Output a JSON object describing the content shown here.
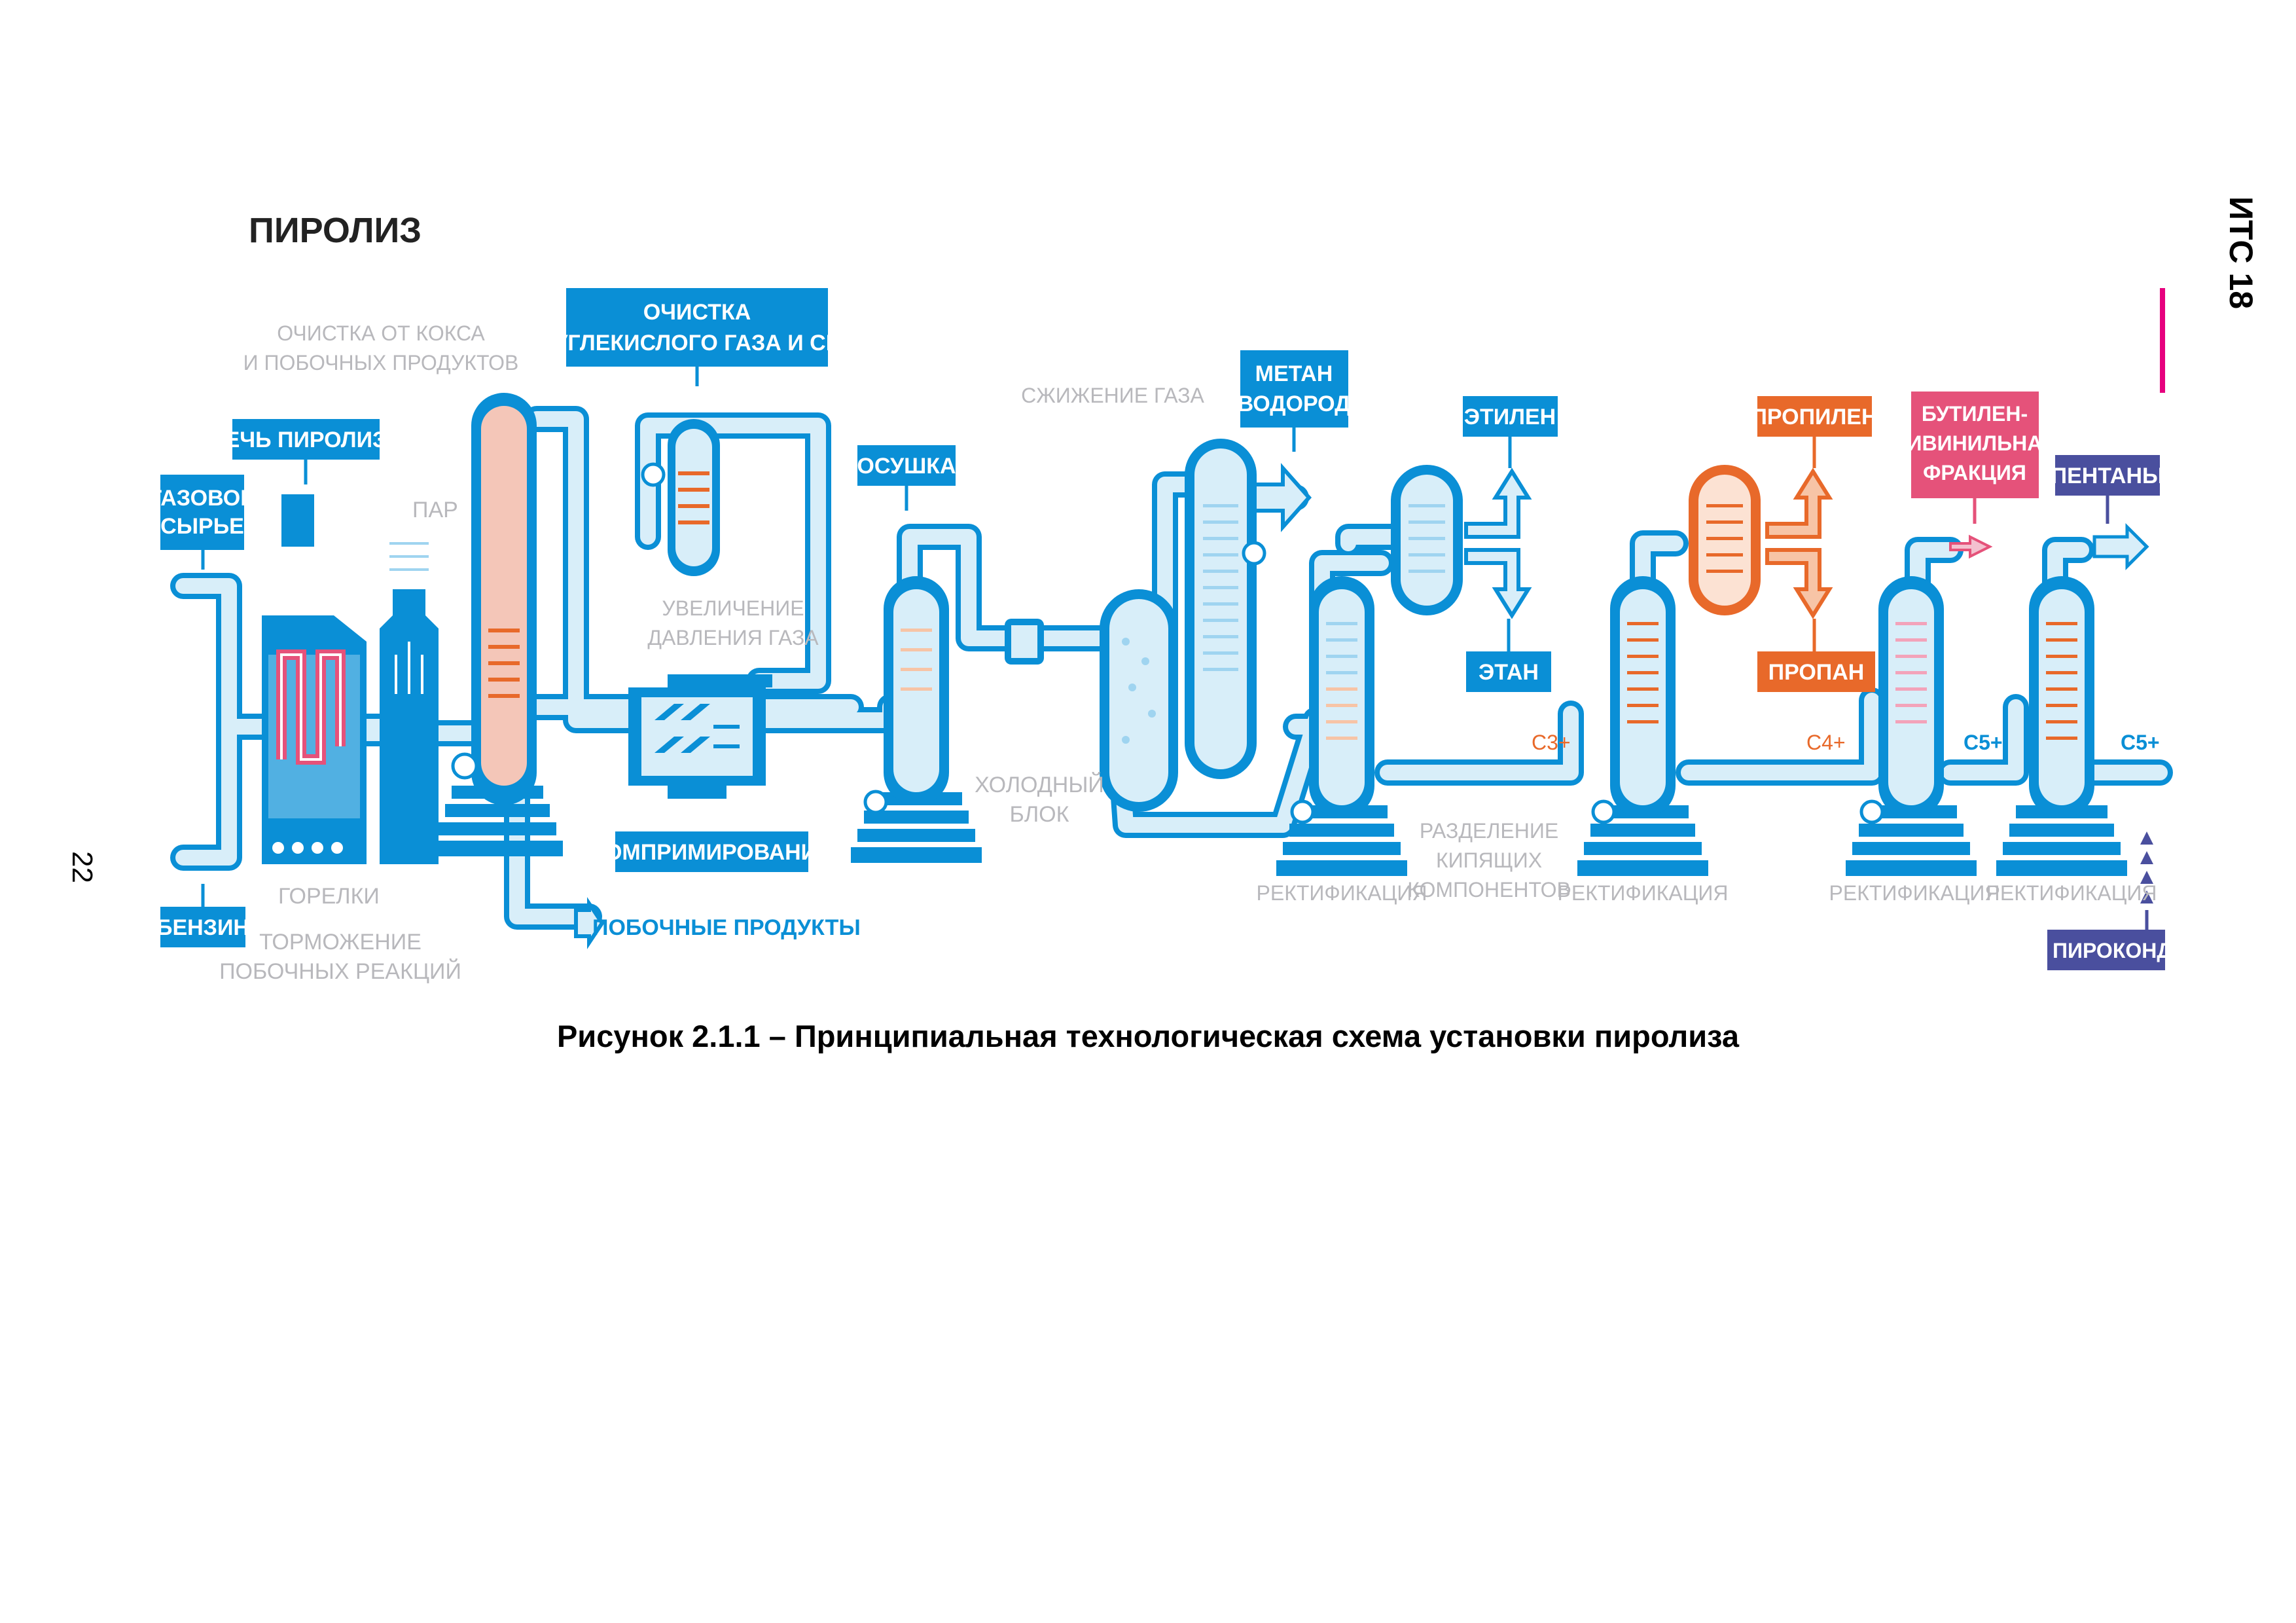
{
  "page": {
    "number": "22",
    "doc_code": "ИТС 18"
  },
  "diagram": {
    "title": "ПИРОЛИЗ",
    "labels": {
      "gas_feed_1": "ГАЗОВОЕ",
      "gas_feed_2": "СЫРЬЕ",
      "petrol": "БЕНЗИН",
      "furnace": "ПЕЧЬ ПИРОЛИЗА",
      "steam": "ПАР",
      "burners": "ГОРЕЛКИ",
      "inhibit_1": "ТОРМОЖЕНИЕ",
      "inhibit_2": "ПОБОЧНЫХ РЕАКЦИЙ",
      "coke_1": "ОЧИСТКА ОТ КОКСА",
      "coke_2": "И ПОБОЧНЫХ ПРОДУКТОВ",
      "byproducts": "ПОБОЧНЫЕ ПРОДУКТЫ",
      "co2_1": "ОЧИСТКА",
      "co2_2": "ОТ УГЛЕКИСЛОГО ГАЗА И СЕРЫ",
      "pressure_1": "УВЕЛИЧЕНИЕ",
      "pressure_2": "ДАВЛЕНИЯ ГАЗА",
      "compression": "КОМПРИМИРОВАНИЕ",
      "drying": "ОСУШКА",
      "liquefaction": "СЖИЖЕНИЕ ГАЗА",
      "cold_1": "ХОЛОДНЫЙ",
      "cold_2": "БЛОК",
      "methane_1": "МЕТАН",
      "methane_2": "ВОДОРОД",
      "ethylene": "ЭТИЛЕН",
      "ethane": "ЭТАН",
      "propylene": "ПРОПИЛЕН",
      "propane": "ПРОПАН",
      "butylene_1": "БУТИЛЕН-",
      "butylene_2": "ДИВИНИЛЬНАЯ",
      "butylene_3": "ФРАКЦИЯ",
      "pentanes": "ПЕНТАНЫ",
      "pyrocond": "ПИРОКОНДЕН",
      "separation_1": "РАЗДЕЛЕНИЕ",
      "separation_2": "КИПЯЩИХ",
      "separation_3": "КОМПОНЕНТОВ",
      "rect": "РЕКТИФИКАЦИЯ",
      "c3": "C3+",
      "c4": "C4+",
      "c5a": "C5+",
      "c5b": "C5+"
    },
    "colors": {
      "blue": "#0a8fd6",
      "light_blue": "#d8eef9",
      "orange": "#e8692a",
      "pink": "#e5527a",
      "navy": "#4a4f9e",
      "gray_text": "#b8b8bc"
    }
  },
  "caption": "Рисунок 2.1.1 – Принципиальная технологическая схема установки пиролиза"
}
